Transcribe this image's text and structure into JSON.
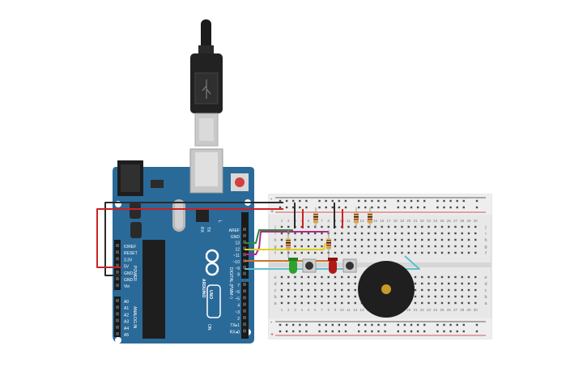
{
  "board": {
    "brand": "ARDUINO",
    "model": "UNO",
    "on_label": "ON",
    "l_label": "L",
    "tx_label": "TX",
    "rx_label": "RX",
    "power_header": "POWER",
    "analog_header": "ANALOG IN",
    "digital_header": "DIGITAL (PWM~)",
    "power_pins": [
      "IOREF",
      "RESET",
      "3.3V",
      "5V",
      "GND",
      "GND",
      "Vin"
    ],
    "analog_pins": [
      "A0",
      "A1",
      "A2",
      "A3",
      "A4",
      "A5"
    ],
    "digital_top_pins": [
      "AREF",
      "GND",
      "13",
      "12",
      "~11",
      "~10",
      "~9",
      "8"
    ],
    "digital_bottom_pins": [
      "7",
      "~6",
      "~5",
      "4",
      "~3",
      "2",
      "TX▸1",
      "RX◂0"
    ]
  },
  "breadboard": {
    "column_numbers": [
      "1",
      "2",
      "3",
      "4",
      "5",
      "6",
      "7",
      "8",
      "9",
      "10",
      "11",
      "12",
      "13",
      "14",
      "15",
      "16",
      "17",
      "18",
      "19",
      "20",
      "21",
      "22",
      "23",
      "24",
      "25",
      "26",
      "27",
      "28",
      "29",
      "30"
    ],
    "top_row_letters": [
      "j",
      "i",
      "h",
      "g",
      "f"
    ],
    "bottom_row_letters": [
      "e",
      "d",
      "c",
      "b",
      "a"
    ],
    "rail_minus": "-",
    "rail_plus": "+"
  },
  "colors": {
    "board": "#2a6a99",
    "breadboard": "#e8e8e8",
    "wire_black": "#2b2b2b",
    "wire_red": "#cc2222",
    "wire_green": "#2e8b3a",
    "wire_yellow": "#e0d010",
    "wire_magenta": "#b02a8a",
    "wire_orange": "#d07030",
    "wire_cyan": "#5fc0cc",
    "led_green": "#2ea02e",
    "led_red": "#b01818"
  }
}
